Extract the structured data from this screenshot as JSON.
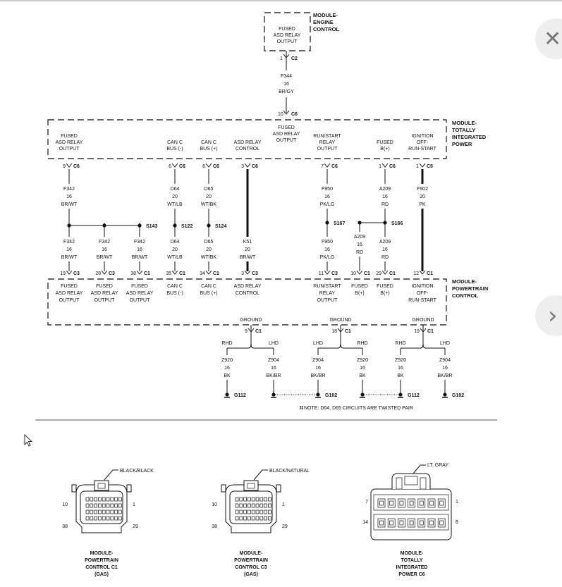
{
  "modules": {
    "ecm": {
      "title": [
        "MODULE-",
        "ENGINE",
        "CONTROL"
      ],
      "label": [
        "FUSED",
        "ASD RELAY",
        "OUTPUT"
      ]
    },
    "tipm": {
      "title": [
        "MODULE-",
        "TOTALLY",
        "INTEGRATED",
        "POWER"
      ]
    },
    "pcm": {
      "title": [
        "MODULE-",
        "POWERTRAIN",
        "CONTROL"
      ]
    }
  },
  "connectors": {
    "ecm_c2": {
      "pin": "1",
      "name": "C2"
    },
    "tipm_in": {
      "pin": "10",
      "name": "C6"
    }
  },
  "feed_wire": [
    "F344",
    "16",
    "BR/GY"
  ],
  "tipm_input_label": [
    "FUSED",
    "ASD RELAY",
    "OUTPUT"
  ],
  "tipm_pins": [
    {
      "label": [
        "FUSED",
        "ASD RELAY",
        "OUTPUT"
      ],
      "pin": "9",
      "conn": "C6",
      "wire": [
        "F342",
        "16",
        "BR/WT"
      ]
    },
    {
      "label": [
        "CAN C",
        "BUS (-)"
      ],
      "pin": "6",
      "conn": "C6",
      "wire": [
        "D64",
        "20",
        "WT/LB"
      ]
    },
    {
      "label": [
        "CAN C",
        "BUS (+)"
      ],
      "pin": "6",
      "conn": "C6",
      "wire": [
        "D65",
        "20",
        "WT/BK"
      ]
    },
    {
      "label": [
        "ASD RELAY",
        "CONTROL"
      ],
      "pin": "3",
      "conn": "C6",
      "wire": []
    },
    {
      "label": [
        "RUN/START",
        "RELAY",
        "OUTPUT"
      ],
      "pin": "7",
      "conn": "C6",
      "wire": [
        "F950",
        "16",
        "PK/LG"
      ]
    },
    {
      "label": [
        "FUSED",
        "B(+)"
      ],
      "pin": "1",
      "conn": "C6",
      "wire": [
        "A209",
        "16",
        "RD"
      ]
    },
    {
      "label": [
        "IGNITION",
        "OFF-",
        "RUN-START"
      ],
      "pin": "1",
      "conn": "C5",
      "wire": [
        "F902",
        "20",
        "PK"
      ]
    }
  ],
  "splices": [
    "S143",
    "S122",
    "S124",
    "S167",
    "S166"
  ],
  "lower_wires": [
    [
      "F342",
      "16",
      "BR/WT"
    ],
    [
      "F342",
      "16",
      "BR/WT"
    ],
    [
      "F342",
      "16",
      "BR/WT"
    ],
    [
      "D64",
      "20",
      "WT/LB"
    ],
    [
      "D65",
      "20",
      "WT/BK"
    ],
    [
      "K51",
      "20",
      "BR/WT"
    ],
    [
      "F950",
      "16",
      "PK/LG"
    ],
    [
      "A209",
      "16",
      "RD"
    ],
    [
      "A209",
      "16",
      "RD"
    ]
  ],
  "pcm_pins": [
    {
      "label": [
        "FUSED",
        "ASD RELAY",
        "OUTPUT"
      ],
      "pin": "19",
      "conn": "C3"
    },
    {
      "label": [
        "FUSED",
        "ASD RELAY",
        "OUTPUT"
      ],
      "pin": "28",
      "conn": "C3"
    },
    {
      "label": [
        "FUSED",
        "ASD RELAY",
        "OUTPUT"
      ],
      "pin": "38",
      "conn": "C1"
    },
    {
      "label": [
        "CAN C",
        "BUS (-)"
      ],
      "pin": "35",
      "conn": "C1"
    },
    {
      "label": [
        "CAN C",
        "BUS (+)"
      ],
      "pin": "34",
      "conn": "C1"
    },
    {
      "label": [
        "ASD RELAY",
        "CONTROL"
      ],
      "pin": "3",
      "conn": "C3"
    },
    {
      "label": [
        "RUN/START",
        "RELAY",
        "OUTPUT"
      ],
      "pin": "11",
      "conn": "C3"
    },
    {
      "label": [
        "FUSED",
        "B(+)"
      ],
      "pin": "10",
      "conn": "C1"
    },
    {
      "label": [
        "FUSED",
        "B(+)"
      ],
      "pin": "29",
      "conn": "C1"
    },
    {
      "label": [
        "IGNITION",
        "OFF-",
        "RUN-START"
      ],
      "pin": "12",
      "conn": "C1"
    }
  ],
  "grounds": [
    {
      "label": "GROUND",
      "pin": "9",
      "conn": "C1",
      "left": {
        "opt": "RHD",
        "wire": [
          "Z920",
          "16",
          "BK"
        ],
        "g": "G112"
      },
      "right": {
        "opt": "LHD",
        "wire": [
          "Z904",
          "16",
          "BK/BR"
        ],
        "g": ""
      }
    },
    {
      "label": "GROUND",
      "pin": "18",
      "conn": "C1",
      "left": {
        "opt": "LHD",
        "wire": [
          "Z904",
          "16",
          "BK/BR"
        ],
        "g": "G102"
      },
      "right": {
        "opt": "RHD",
        "wire": [
          "Z920",
          "16",
          "BK"
        ],
        "g": ""
      }
    },
    {
      "label": "GROUND",
      "pin": "19",
      "conn": "C1",
      "left": {
        "opt": "RHD",
        "wire": [
          "Z920",
          "16",
          "BK"
        ],
        "g": "G112"
      },
      "right": {
        "opt": "LHD",
        "wire": [
          "Z904",
          "16",
          "BK/BR"
        ],
        "g": "G102"
      }
    }
  ],
  "note": "⌘NOTE:  D64, D65   CIRCUITS ARE TWISTED PAIR",
  "views": [
    {
      "color_label": "BLACK/BLACK",
      "pins": [
        "10",
        "1",
        "38",
        "29"
      ],
      "caption": [
        "MODULE-",
        "POWERTRAIN",
        "CONTROL C1",
        "(GAS)"
      ]
    },
    {
      "color_label": "BLACK/NATURAL",
      "pins": [
        "10",
        "1",
        "38",
        "29"
      ],
      "caption": [
        "MODULE-",
        "POWERTRAIN",
        "CONTROL C3",
        "(GAS)"
      ]
    },
    {
      "color_label": "LT. GRAY",
      "pins": [
        "7",
        "1",
        "14",
        "8"
      ],
      "caption": [
        "MODULE-",
        "TOTALLY",
        "INTEGRATED",
        "POWER C6"
      ]
    }
  ],
  "ui": {
    "close_icon": "✕",
    "next_icon": "›"
  }
}
